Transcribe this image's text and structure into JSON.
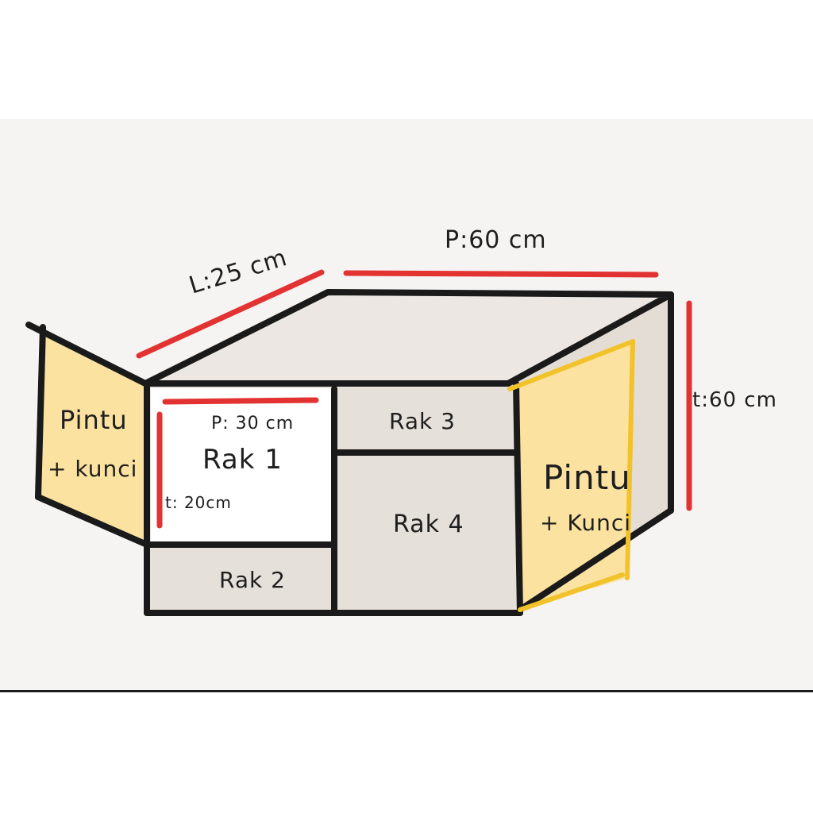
{
  "colors": {
    "panel": "#e6e0da",
    "top": "#ece7e2",
    "side": "#e4ddd6",
    "door": "#fbe2a0",
    "open": "#ffffff",
    "outline": "#1a1a1a",
    "measure": "#e23232",
    "hinge": "#f2c22a"
  },
  "labels": {
    "length_top": "P:60 cm",
    "width_side": "L:25 cm",
    "height_right": "t:60 cm",
    "rak1_length": "P: 30 cm",
    "rak1_title": "Rak 1",
    "rak1_height": "t: 20cm",
    "rak2": "Rak 2",
    "rak3": "Rak 3",
    "rak4": "Rak 4",
    "left_door_line1": "Pintu",
    "left_door_line2": "+ kunci",
    "right_door_line1": "Pintu",
    "right_door_line2": "+ Kunci"
  }
}
